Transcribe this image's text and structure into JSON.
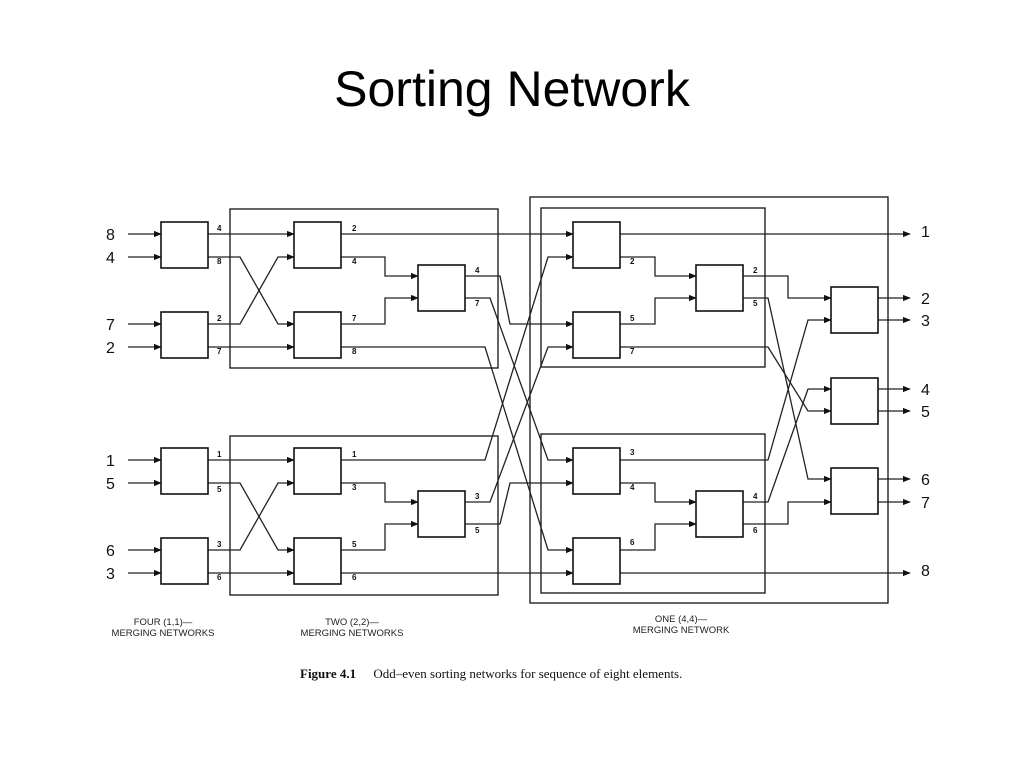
{
  "title": "Sorting Network",
  "inputs": [
    "8",
    "4",
    "7",
    "2",
    "1",
    "5",
    "6",
    "3"
  ],
  "outputs": [
    "1",
    "2",
    "3",
    "4",
    "5",
    "6",
    "7",
    "8"
  ],
  "stage1_values": [
    "4",
    "8",
    "2",
    "7",
    "1",
    "5",
    "3",
    "6"
  ],
  "stage2_values": [
    "2",
    "4",
    "7",
    "8",
    "1",
    "3",
    "5",
    "6"
  ],
  "stage2_inner_values": [
    "4",
    "7",
    "3",
    "5"
  ],
  "stage3_values": [
    "2",
    "5",
    "7",
    "3",
    "4",
    "6"
  ],
  "stage3_inner_values": [
    "2",
    "5",
    "4",
    "6"
  ],
  "labels": {
    "four": "FOUR (1,1)—\nMERGING NETWORKS",
    "two": "TWO (2,2)—\nMERGING NETWORKS",
    "one": "ONE (4,4)—\nMERGING NETWORK"
  },
  "caption": {
    "number": "Figure 4.1",
    "text": "Odd–even sorting networks for sequence of eight elements."
  }
}
